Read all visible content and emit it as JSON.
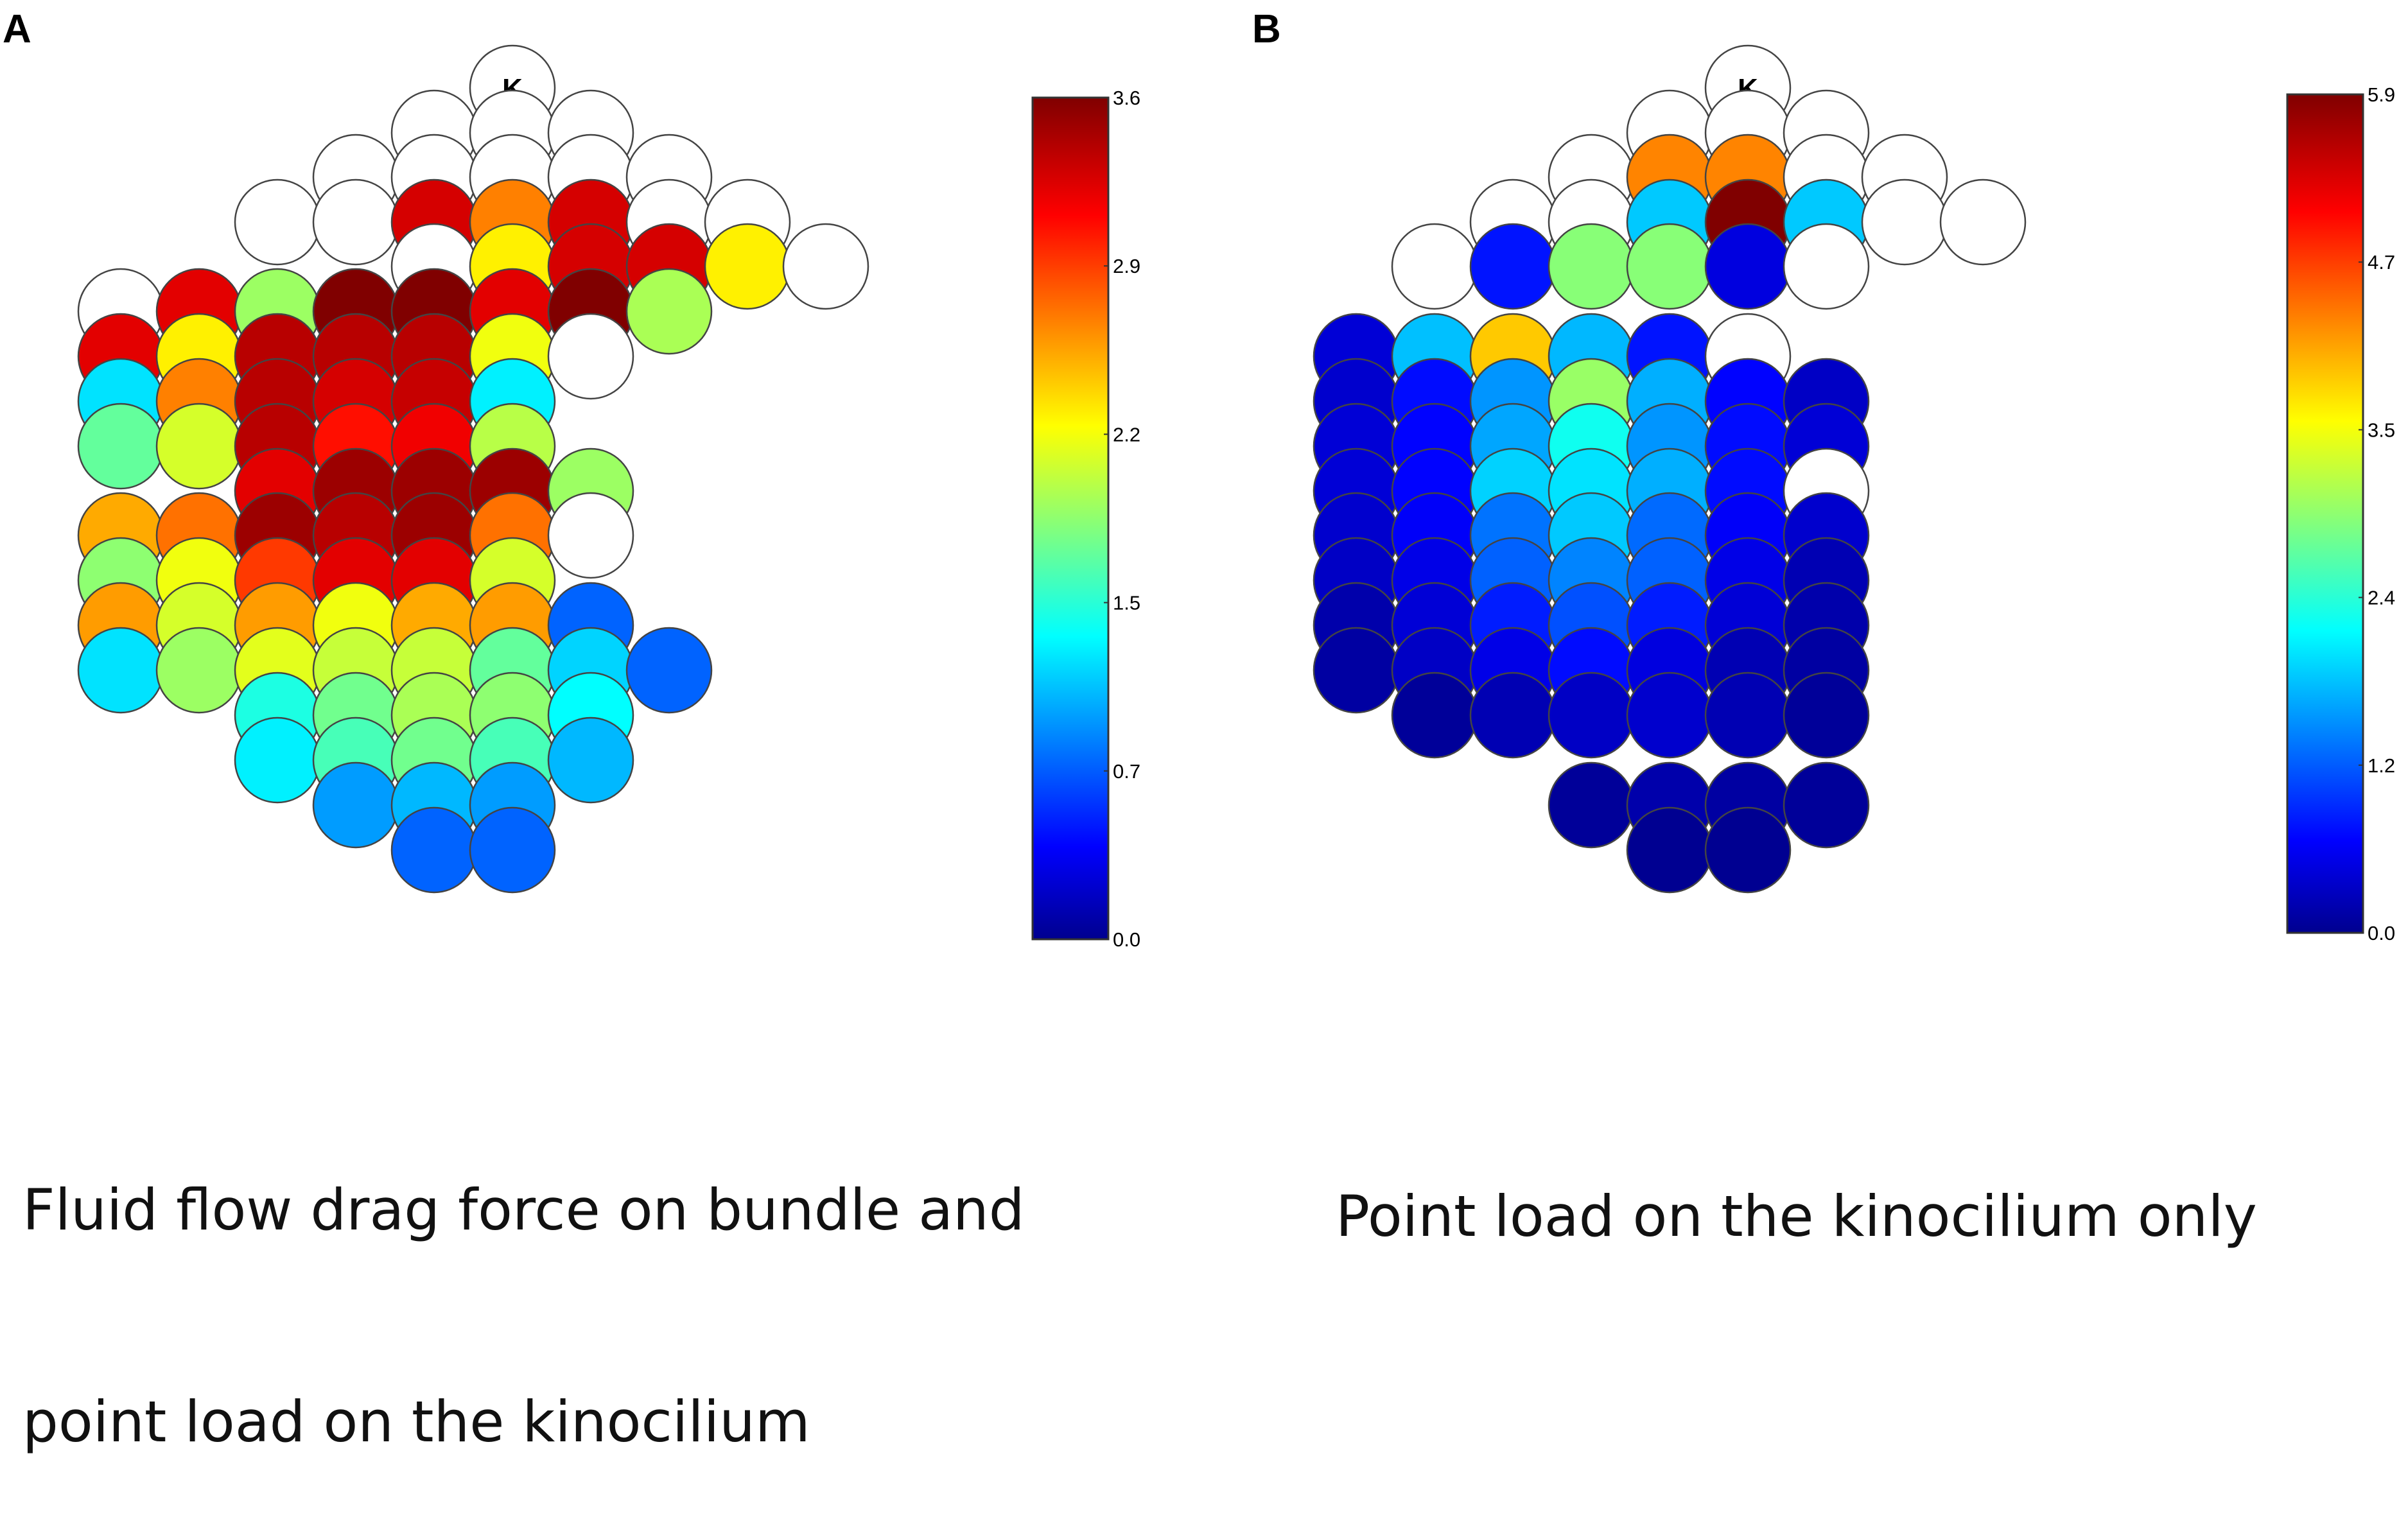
{
  "panels": [
    {
      "letter": "A",
      "caption_lines": [
        "Fluid flow drag force on bundle and",
        "point load on the kinocilium"
      ],
      "kinocilium_label": "K",
      "colorbar": {
        "min": 0.0,
        "max": 3.6,
        "ticks": [
          "3.6",
          "2.9",
          "2.2",
          "1.5",
          "0.7",
          "0.0"
        ]
      },
      "rows": [
        [
          null
        ],
        [
          null,
          null,
          null
        ],
        [
          null,
          null,
          null,
          null,
          null
        ],
        [
          null,
          null,
          3.3,
          2.7,
          3.3,
          null,
          null
        ],
        [
          null,
          2.3,
          3.3,
          3.3,
          2.3,
          null
        ],
        [
          null,
          3.25,
          1.9,
          3.6,
          3.6,
          3.25,
          3.6,
          1.95
        ],
        [
          3.25,
          2.3,
          3.4,
          3.4,
          3.4,
          2.2,
          null
        ],
        [
          1.25,
          2.7,
          3.4,
          3.3,
          3.35,
          1.3
        ],
        [
          1.7,
          2.1,
          3.4,
          3.1,
          3.2,
          2.0
        ],
        [
          3.25,
          3.5,
          3.5,
          3.5,
          1.9
        ],
        [
          2.55,
          2.75,
          3.5,
          3.4,
          3.5,
          2.75,
          null
        ],
        [
          1.85,
          2.2,
          2.95,
          3.25,
          3.25,
          2.1
        ],
        [
          2.6,
          2.1,
          2.6,
          2.2,
          2.55,
          2.6,
          0.8
        ],
        [
          1.25,
          1.9,
          2.15,
          2.05,
          2.05,
          1.7,
          1.2,
          0.8
        ],
        [
          1.45,
          1.75,
          1.95,
          1.85,
          1.35
        ],
        [
          1.3,
          1.6,
          1.75,
          1.6,
          1.1
        ],
        [
          1.0,
          1.1,
          1.0
        ],
        [
          0.8,
          0.8
        ]
      ]
    },
    {
      "letter": "B",
      "caption_lines": [
        "Point load on the kinocilium only"
      ],
      "kinocilium_label": "K",
      "colorbar": {
        "min": 0.0,
        "max": 5.9,
        "ticks": [
          "5.9",
          "4.7",
          "3.5",
          "2.4",
          "1.2",
          "0.0"
        ]
      },
      "rows": [
        [
          null
        ],
        [
          null,
          null,
          null
        ],
        [
          null,
          4.4,
          4.4,
          null,
          null
        ],
        [
          null,
          null,
          1.9,
          5.9,
          1.9,
          null,
          null
        ],
        [
          null,
          0.85,
          3.0,
          3.0,
          0.55,
          null
        ],
        [
          0.5,
          1.85,
          4.0,
          1.8,
          0.85,
          null
        ],
        [
          0.45,
          0.8,
          1.6,
          3.1,
          1.75,
          0.75,
          0.4
        ],
        [
          0.5,
          0.75,
          1.7,
          2.3,
          1.6,
          0.8,
          0.5
        ],
        [
          0.5,
          0.75,
          1.95,
          2.05,
          1.75,
          0.8,
          null
        ],
        [
          0.45,
          0.7,
          1.4,
          1.9,
          1.35,
          0.7,
          0.45
        ],
        [
          0.4,
          0.6,
          1.3,
          1.5,
          1.3,
          0.6,
          0.3
        ],
        [
          0.25,
          0.5,
          0.9,
          1.2,
          0.9,
          0.5,
          0.25
        ],
        [
          0.2,
          0.4,
          0.6,
          0.8,
          0.55,
          0.3,
          0.2
        ],
        [
          0.15,
          0.3,
          0.4,
          0.45,
          0.3,
          0.15
        ],
        [
          0.15,
          0.25,
          0.2,
          0.15
        ],
        [
          0.1,
          0.1
        ]
      ]
    }
  ]
}
